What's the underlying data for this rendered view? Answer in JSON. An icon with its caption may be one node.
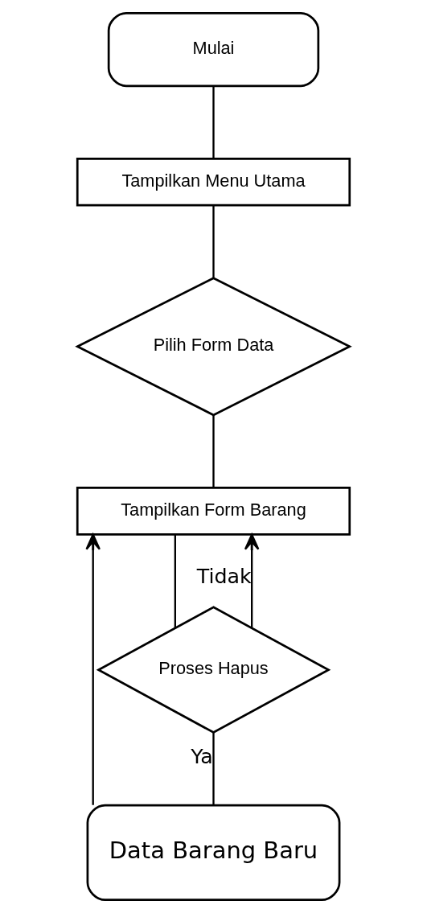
{
  "diagram": {
    "nodes": [
      {
        "text": [
          "Mulai"
        ]
      },
      {
        "text": [
          "Tampilkan Menu Utama"
        ]
      },
      {
        "text": [
          "Pilih Form Data"
        ]
      },
      {
        "text": [
          "Tampilkan Form Barang"
        ]
      },
      {
        "text": [
          "Proses Hapus"
        ]
      },
      {
        "text": [
          "Data Barang Baru"
        ]
      }
    ],
    "edges": [
      {
        "from": 0,
        "to": 1,
        "arrow": "none"
      },
      {
        "from": 1,
        "to": 2,
        "arrow": "none"
      },
      {
        "from": 2,
        "to": 3,
        "arrow": "none"
      },
      {
        "from": 3,
        "to": 4,
        "arrow": "none"
      },
      {
        "from": 4,
        "to": 3,
        "arrow": "to",
        "label": "Tidak"
      },
      {
        "from": 4,
        "to": 5,
        "arrow": "none",
        "label": "Ya"
      },
      {
        "from": 5,
        "to": 3,
        "arrow": "to"
      }
    ]
  }
}
